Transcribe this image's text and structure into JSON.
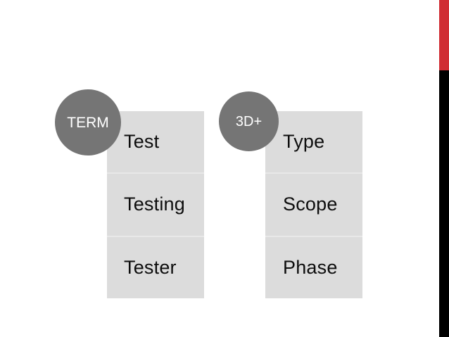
{
  "slide": {
    "background_color": "#ffffff",
    "columns": [
      {
        "header": {
          "label": "TERM",
          "shape": "circle",
          "fill_color": "#757575",
          "text_color": "#ffffff"
        },
        "panel": {
          "fill_color": "#dcdcdc",
          "divider_color": "#e8e8e8"
        },
        "items": [
          {
            "label": "Test"
          },
          {
            "label": "Testing"
          },
          {
            "label": "Tester"
          }
        ]
      },
      {
        "header": {
          "label": "3D+",
          "shape": "circle",
          "fill_color": "#757575",
          "text_color": "#ffffff"
        },
        "panel": {
          "fill_color": "#dcdcdc",
          "divider_color": "#e8e8e8"
        },
        "items": [
          {
            "label": "Type"
          },
          {
            "label": "Scope"
          },
          {
            "label": "Phase"
          }
        ]
      }
    ],
    "decoration": {
      "right_bar_top_color": "#d02e34",
      "right_bar_bottom_color": "#000000"
    }
  }
}
